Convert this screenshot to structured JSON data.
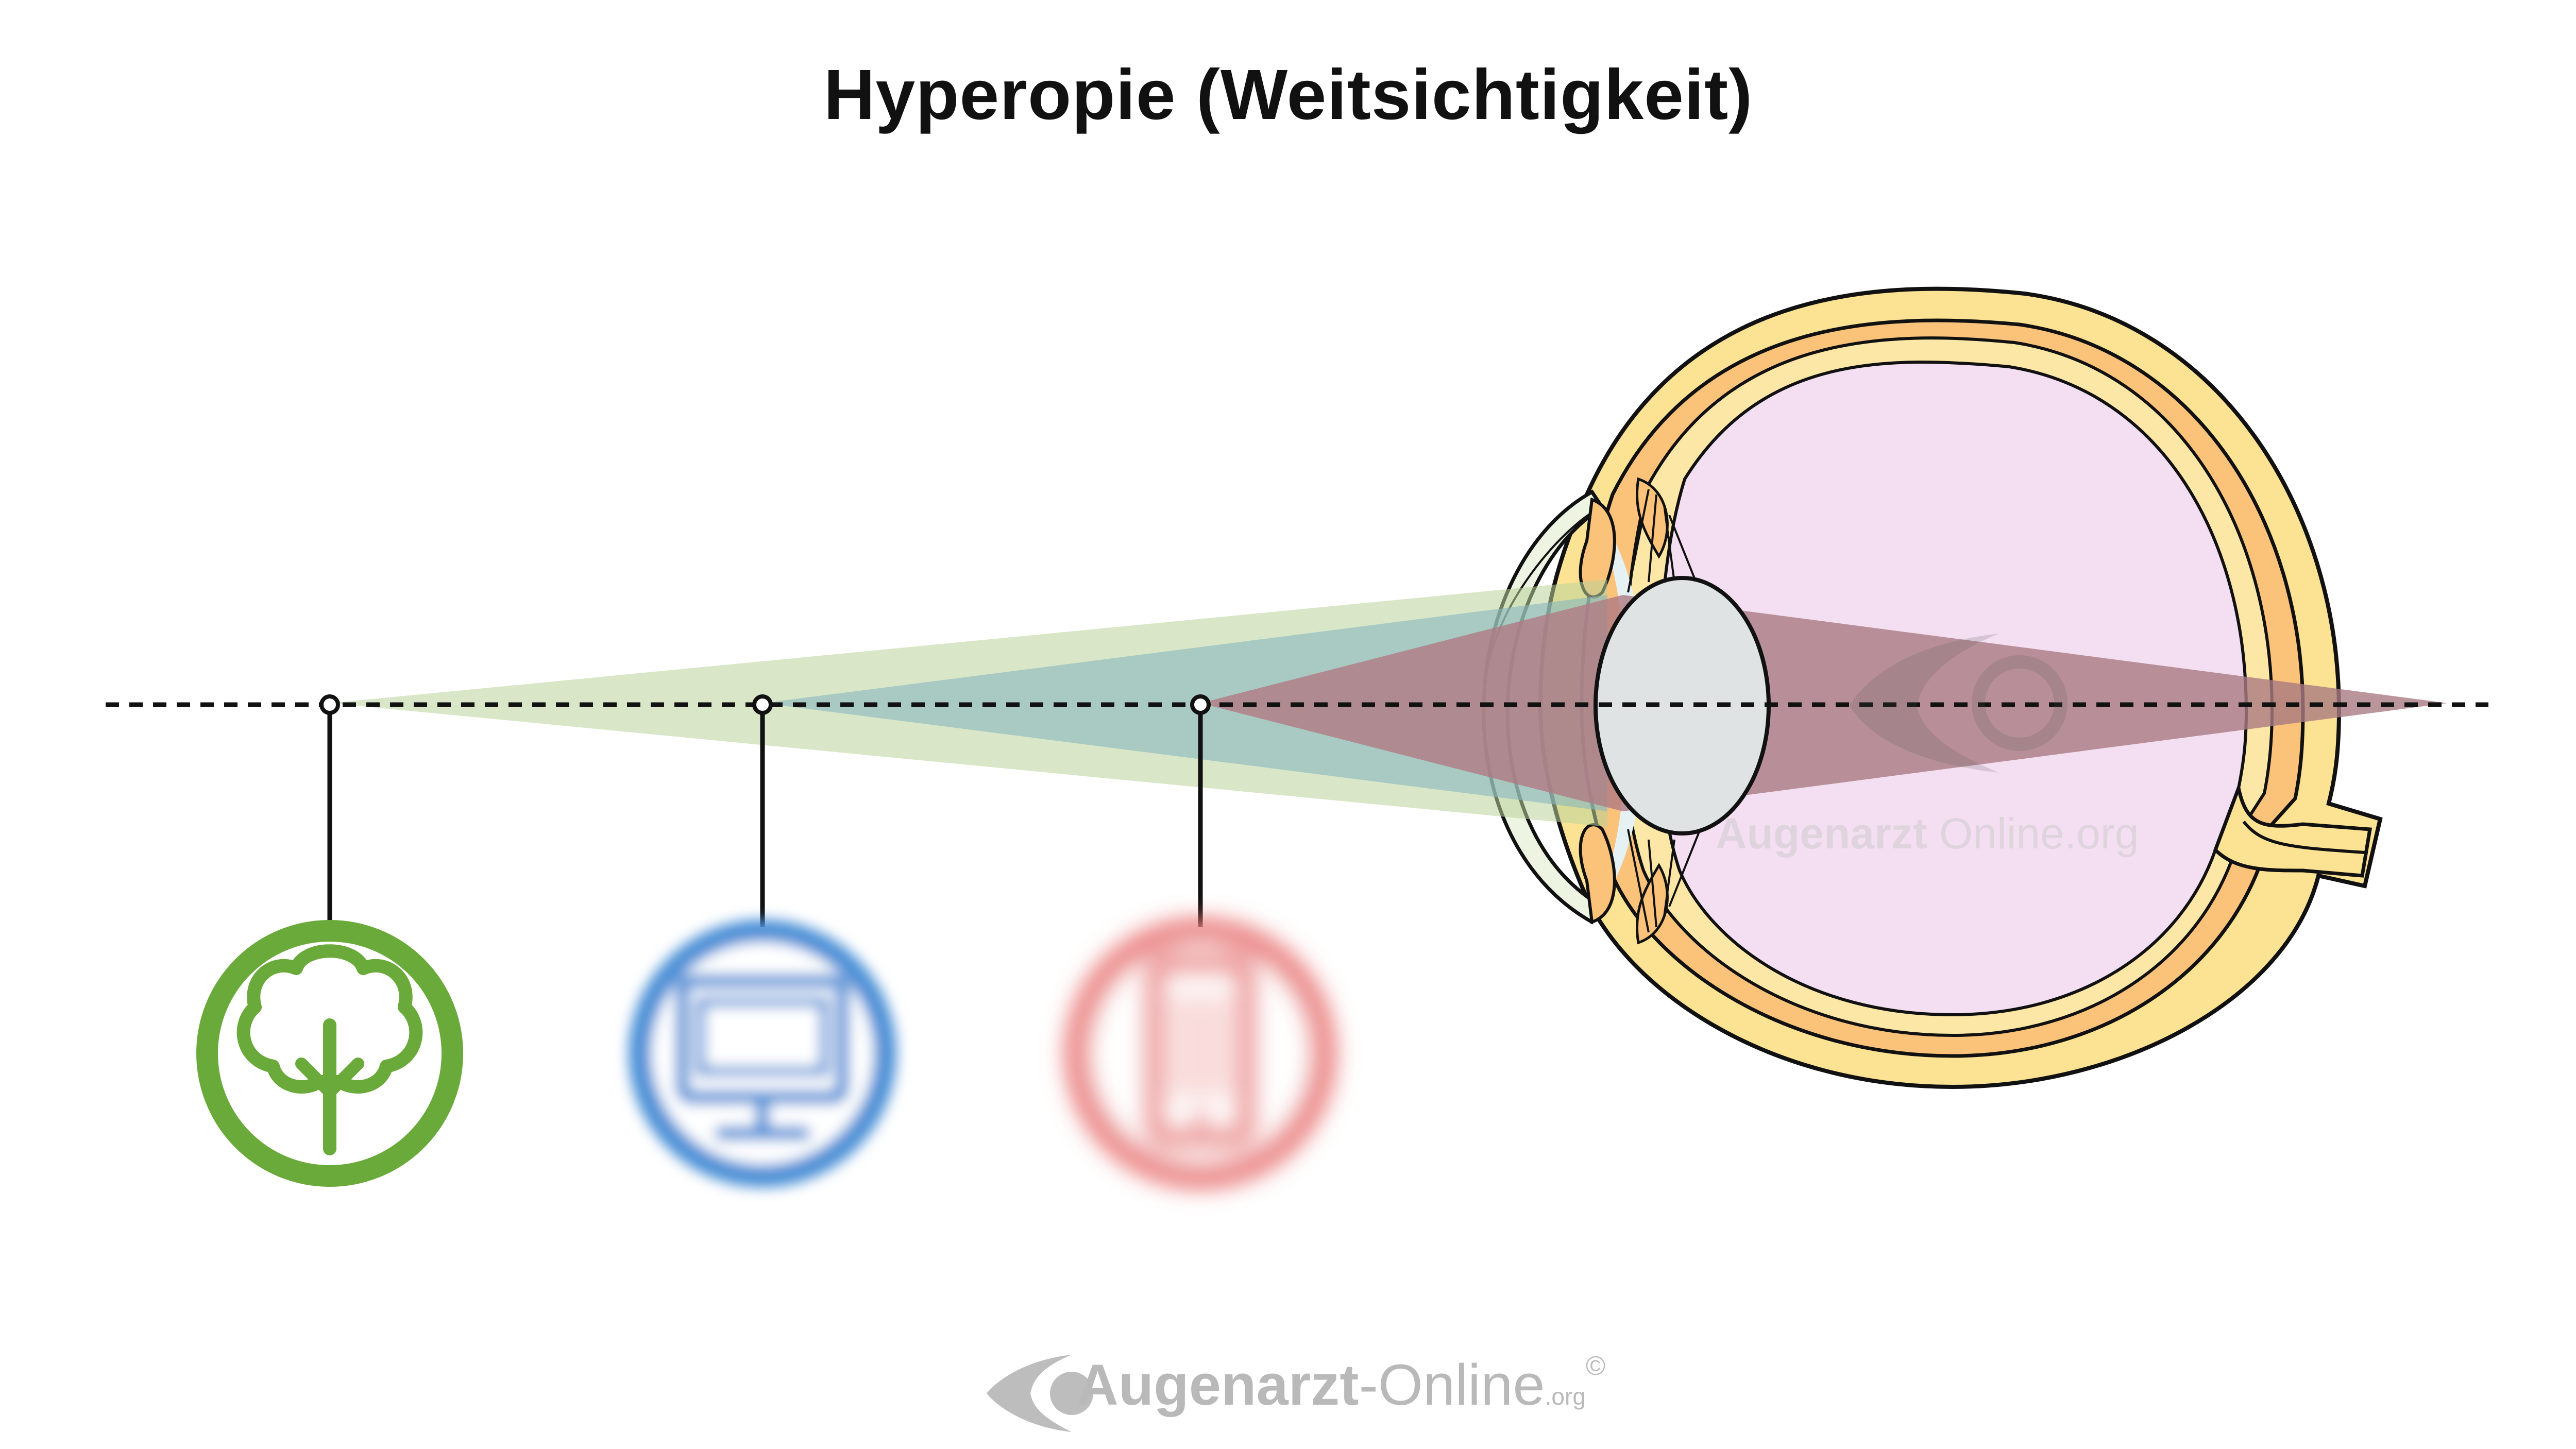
{
  "title": "Hyperopie (Weitsichtigkeit)",
  "objects": [
    {
      "name": "tree",
      "color": "#6aaa3a",
      "state": "sharp"
    },
    {
      "name": "computer monitor",
      "color": "#4a8fd6",
      "state": "blurred"
    },
    {
      "name": "smartphone",
      "color": "#e96f6f",
      "state": "blurred"
    }
  ],
  "colors": {
    "ray_far": "#cfe0b6",
    "ray_mid": "#9ac1c4",
    "ray_near": "#b48a8f",
    "sclera": "#fce393",
    "choroid": "#fbc27a",
    "vitreous": "#f3dff1",
    "lens": "#dfe3e4"
  },
  "watermark": {
    "bold": "Augenarzt",
    "regular": " Online.org"
  },
  "footer": {
    "brand_bold": "Augenarzt",
    "brand_regular": "-Online",
    "suffix": ".org",
    "copyright": "©"
  }
}
